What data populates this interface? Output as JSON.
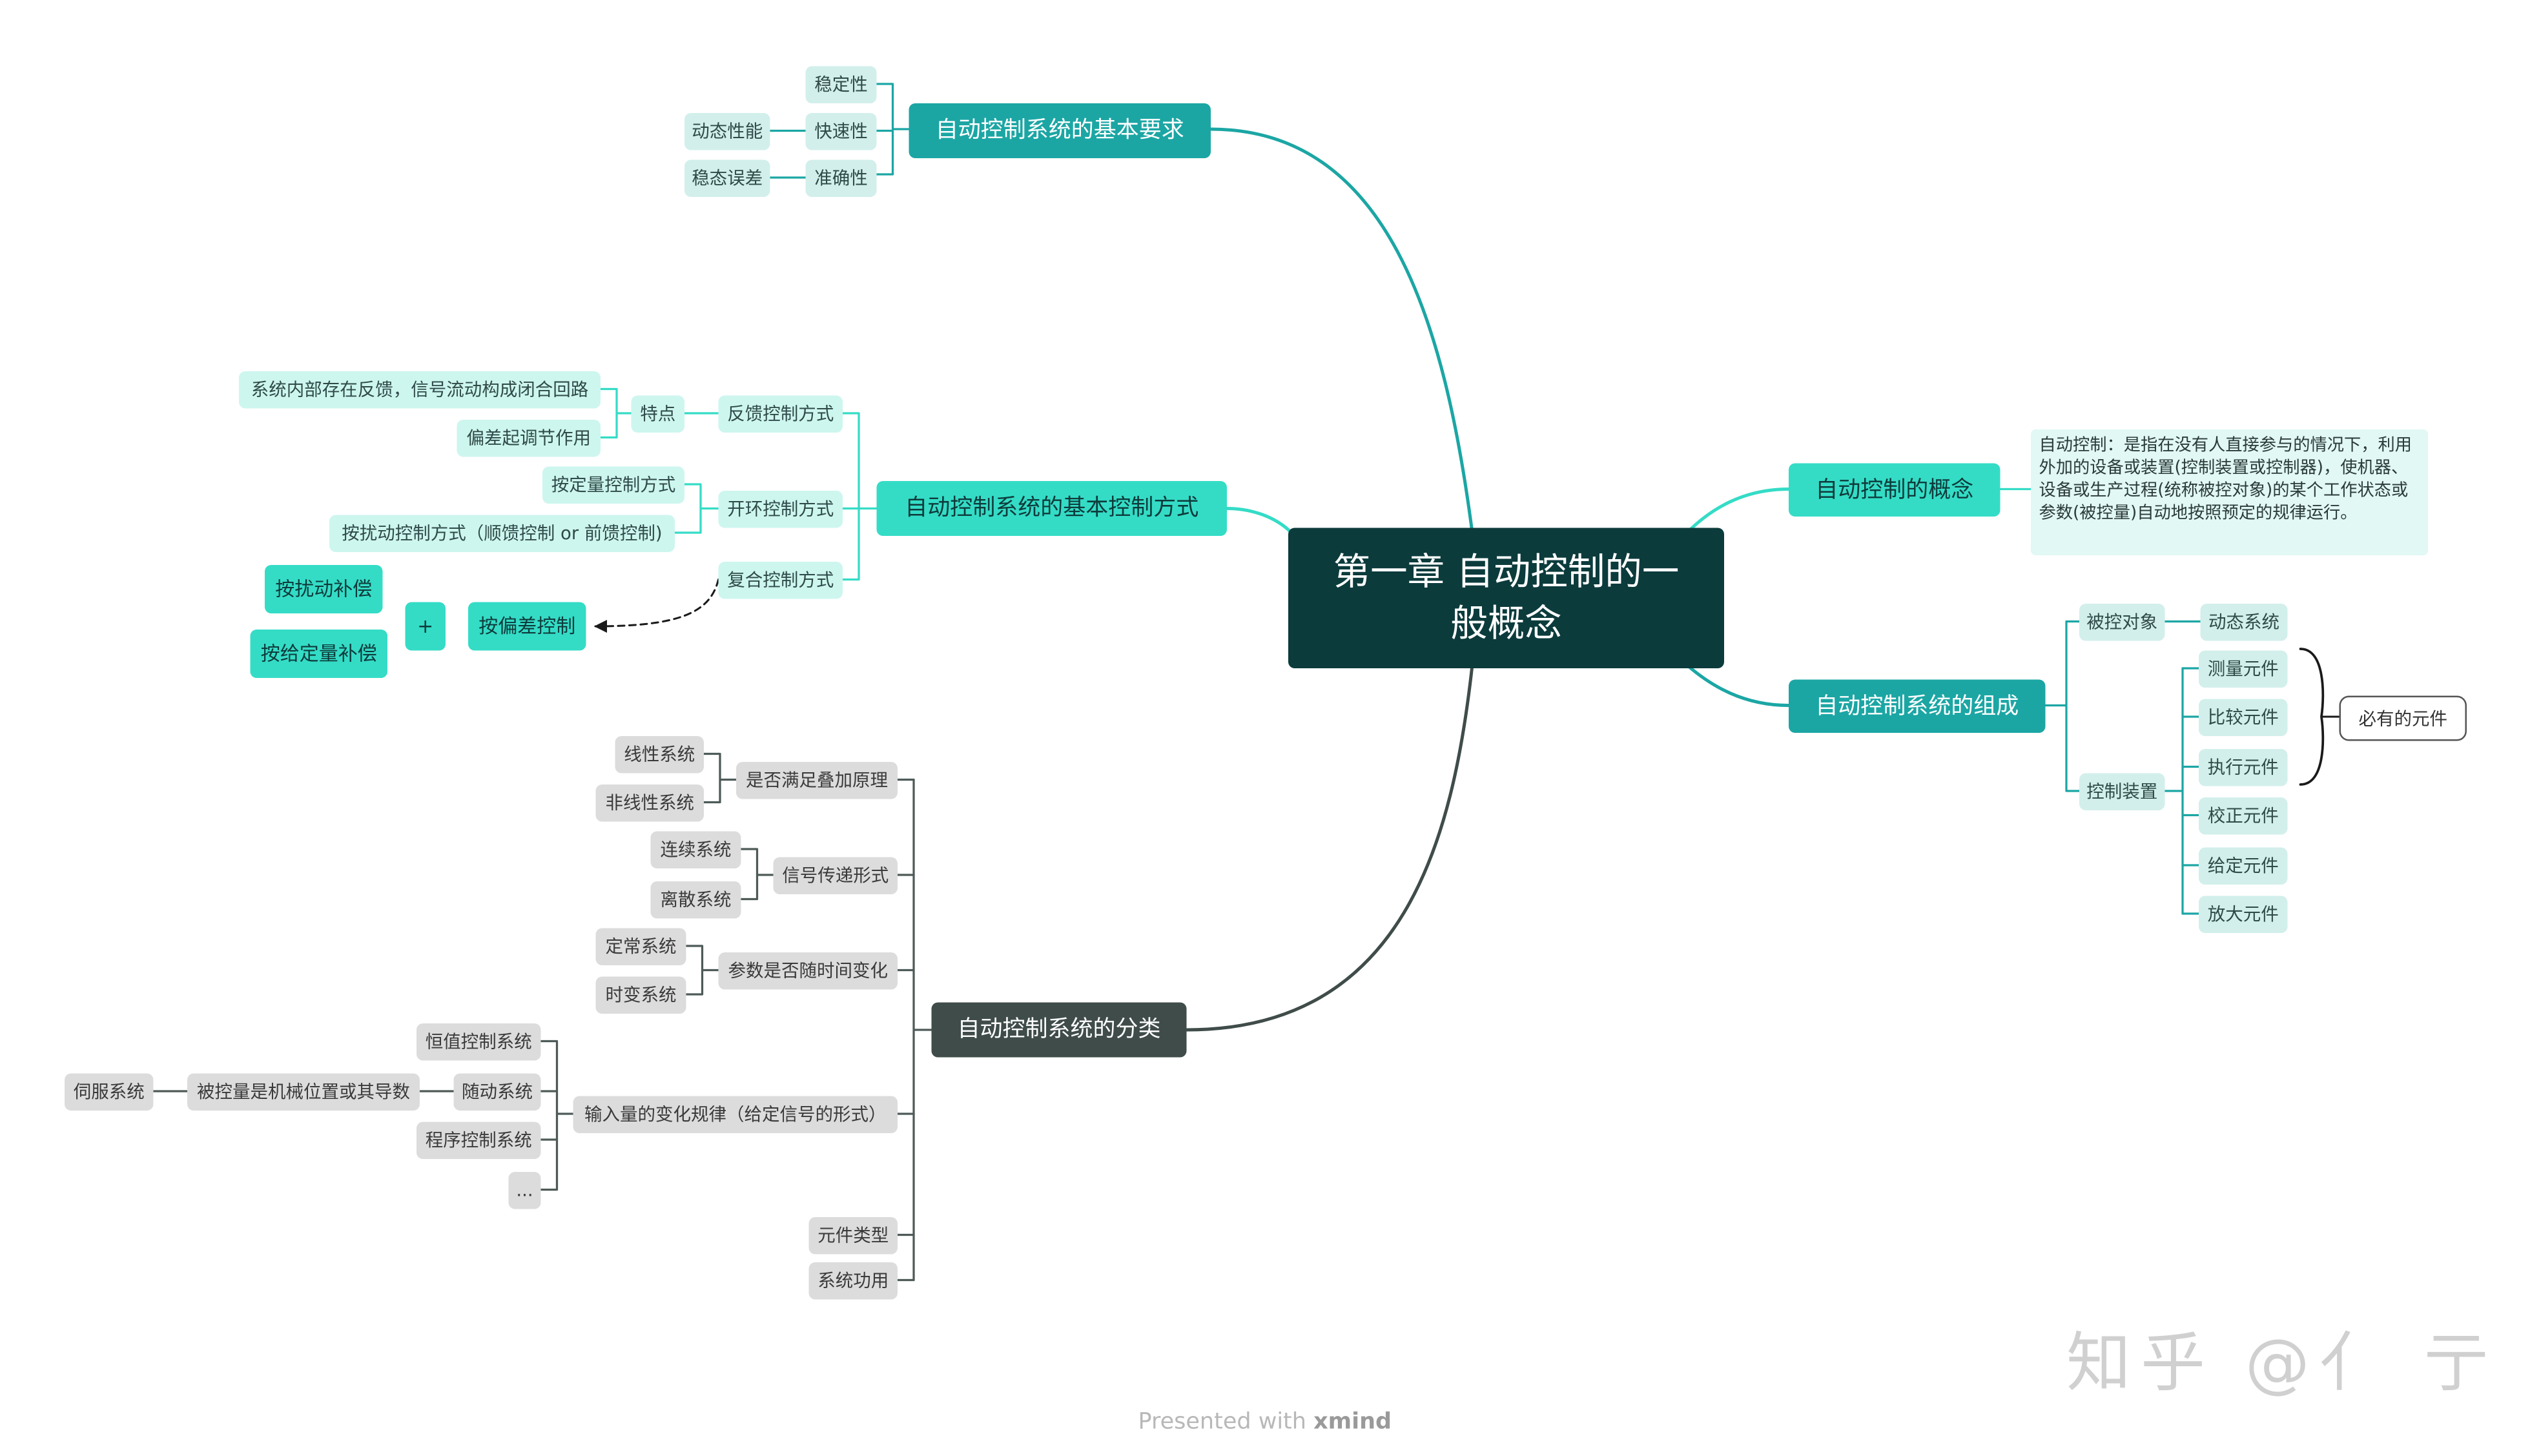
{
  "colors": {
    "root": "#0c3b3c",
    "teal_dark": "#1ba6a4",
    "teal_bright": "#34dcc6",
    "slate": "#3f4c4a",
    "subtopic_teal": "#d2efeb",
    "subtopic_grey": "#dcdcdc"
  },
  "root": "第一章 自动控制的一般概念",
  "requirements": {
    "title": "自动控制系统的基本要求",
    "items": [
      "稳定性",
      "快速性",
      "准确性"
    ],
    "details": [
      "动态性能",
      "稳态误差"
    ]
  },
  "control_modes": {
    "title": "自动控制系统的基本控制方式",
    "feedback": "反馈控制方式",
    "feature": "特点",
    "feature_items": [
      "系统内部存在反馈，信号流动构成闭合回路",
      "偏差起调节作用"
    ],
    "open_loop": "开环控制方式",
    "open_loop_items": [
      "按定量控制方式",
      "按扰动控制方式（顺馈控制 or 前馈控制)"
    ],
    "compound": "复合控制方式",
    "floating": [
      "按扰动补偿",
      "按给定量补偿",
      "+",
      "按偏差控制"
    ]
  },
  "concept": {
    "title": "自动控制的概念",
    "note": "自动控制：是指在没有人直接参与的情况下，利用外加的设备或装置(控制装置或控制器)，使机器、设备或生产过程(统称被控对象)的某个工作状态或参数(被控量)自动地按照预定的规律运行。"
  },
  "composition": {
    "title": "自动控制系统的组成",
    "plant": "被控对象",
    "plant_item": "动态系统",
    "controller": "控制装置",
    "controller_items": [
      "测量元件",
      "比较元件",
      "执行元件",
      "校正元件",
      "给定元件",
      "放大元件"
    ],
    "summary": "必有的元件"
  },
  "classification": {
    "title": "自动控制系统的分类",
    "superposition": "是否满足叠加原理",
    "superposition_items": [
      "线性系统",
      "非线性系统"
    ],
    "signal": "信号传递形式",
    "signal_items": [
      "连续系统",
      "离散系统"
    ],
    "time": "参数是否随时间变化",
    "time_items": [
      "定常系统",
      "时变系统"
    ],
    "input": "输入量的变化规律（给定信号的形式）",
    "input_items": [
      "恒值控制系统",
      "随动系统",
      "程序控制系统",
      "..."
    ],
    "servo_cond": "被控量是机械位置或其导数",
    "servo": "伺服系统",
    "component": "元件类型",
    "function": "系统功用"
  },
  "footer": {
    "presented": "Presented with",
    "brand": "xmind",
    "watermark": "知乎 @亻 亍"
  }
}
